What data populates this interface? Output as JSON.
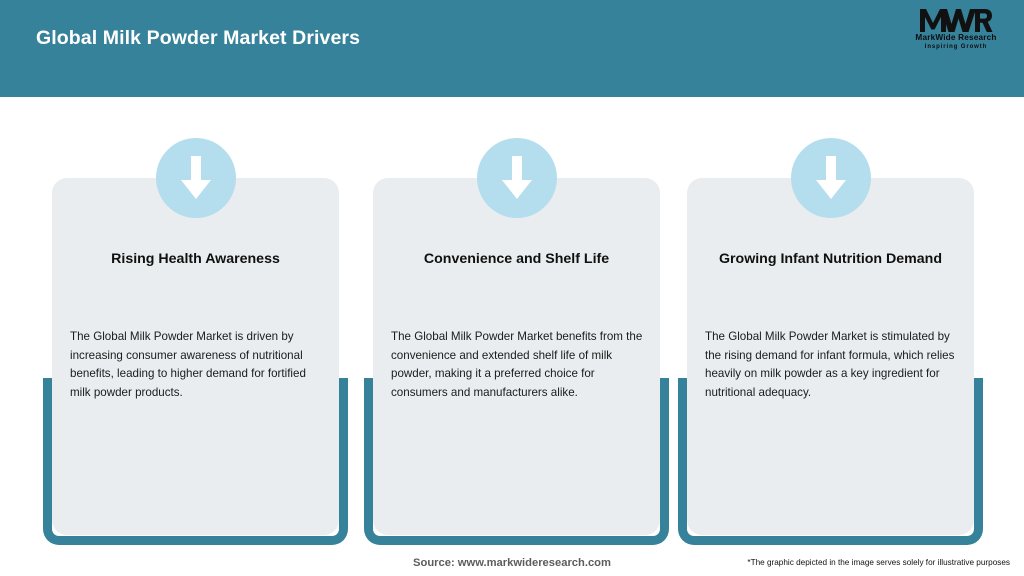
{
  "header": {
    "title": "Global Milk Powder Market Drivers",
    "background_color": "#36829a",
    "title_color": "#ffffff"
  },
  "logo": {
    "mark": "MWR",
    "name": "MarkWide Research",
    "tagline": "Inspiring Growth"
  },
  "cards": [
    {
      "icon": "down-arrow-icon",
      "title": "Rising Health Awareness",
      "body": "The Global Milk Powder Market is driven by increasing consumer awareness of nutritional benefits, leading to higher demand for fortified milk powder products."
    },
    {
      "icon": "down-arrow-icon",
      "title": "Convenience and Shelf Life",
      "body": "The Global Milk Powder Market benefits from the convenience and extended shelf life of milk powder, making it a preferred choice for consumers and manufacturers alike."
    },
    {
      "icon": "down-arrow-icon",
      "title": "Growing Infant Nutrition Demand",
      "body": "The Global Milk Powder Market is stimulated by the rising demand for infant formula, which relies heavily on milk powder as a key ingredient for nutritional adequacy."
    }
  ],
  "footer": {
    "source": "Source: www.markwideresearch.com",
    "disclaimer": "*The graphic depicted in the image serves solely for illustrative purposes"
  },
  "colors": {
    "teal": "#36829a",
    "card_gray": "#e9edef",
    "icon_blue": "#b4dded",
    "arrow_white": "#ffffff"
  }
}
